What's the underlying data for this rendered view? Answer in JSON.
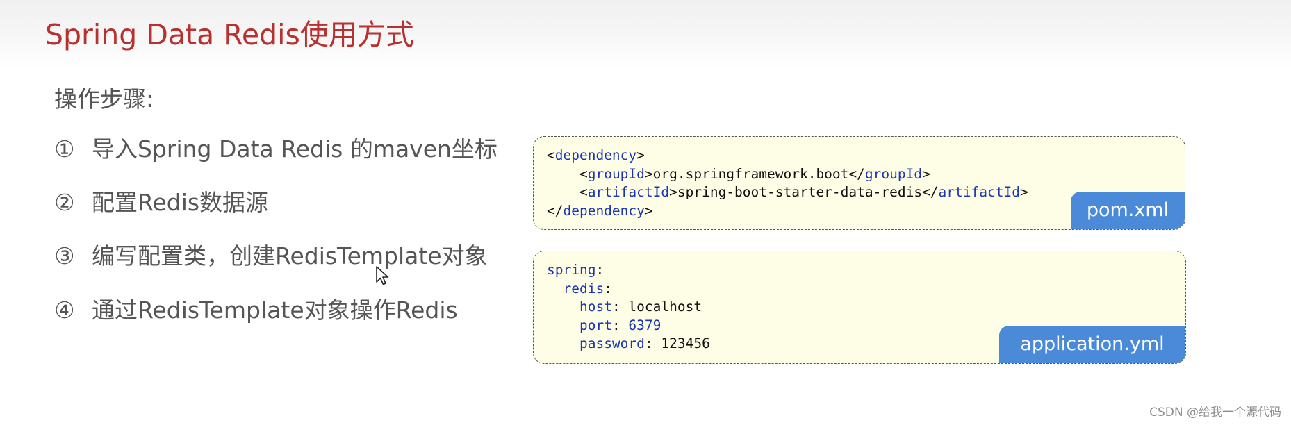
{
  "slide": {
    "title": "Spring Data Redis使用方式",
    "steps_heading": "操作步骤:",
    "steps": [
      {
        "num": "①",
        "text": "导入Spring Data Redis 的maven坐标"
      },
      {
        "num": "②",
        "text": "配置Redis数据源"
      },
      {
        "num": "③",
        "text": "编写配置类，创建RedisTemplate对象"
      },
      {
        "num": "④",
        "text": "通过RedisTemplate对象操作Redis"
      }
    ]
  },
  "pom_box": {
    "tab_label": "pom.xml",
    "lines": [
      {
        "indent": "",
        "open": "<",
        "tag1": "dependency",
        "mid": ">",
        "tag2": "",
        "close": ""
      },
      {
        "indent": "    ",
        "open": "<",
        "tag1": "groupId",
        "mid": ">org.springframework.boot</",
        "tag2": "groupId",
        "close": ">"
      },
      {
        "indent": "    ",
        "open": "<",
        "tag1": "artifactId",
        "mid": ">spring-boot-starter-data-redis</",
        "tag2": "artifactId",
        "close": ">"
      },
      {
        "indent": "",
        "open": "</",
        "tag1": "dependency",
        "mid": ">",
        "tag2": "",
        "close": ""
      }
    ]
  },
  "yml_box": {
    "tab_label": "application.yml",
    "lines": [
      {
        "indent": "",
        "key": "spring",
        "sep": ":",
        "value": "",
        "value_is_number": false
      },
      {
        "indent": "  ",
        "key": "redis",
        "sep": ":",
        "value": "",
        "value_is_number": false
      },
      {
        "indent": "    ",
        "key": "host",
        "sep": ": ",
        "value": "localhost",
        "value_is_number": false
      },
      {
        "indent": "    ",
        "key": "port",
        "sep": ": ",
        "value": "6379",
        "value_is_number": true
      },
      {
        "indent": "    ",
        "key": "password",
        "sep": ": ",
        "value": "123456",
        "value_is_number": false
      }
    ]
  },
  "watermark": "CSDN @给我一个源代码",
  "colors": {
    "title": "#b8312f",
    "keyword": "#1a36b4",
    "tab_bg": "#4a8ad8",
    "box_bg": "#fefde5"
  },
  "icons": {
    "cursor": "mouse-pointer-icon"
  }
}
